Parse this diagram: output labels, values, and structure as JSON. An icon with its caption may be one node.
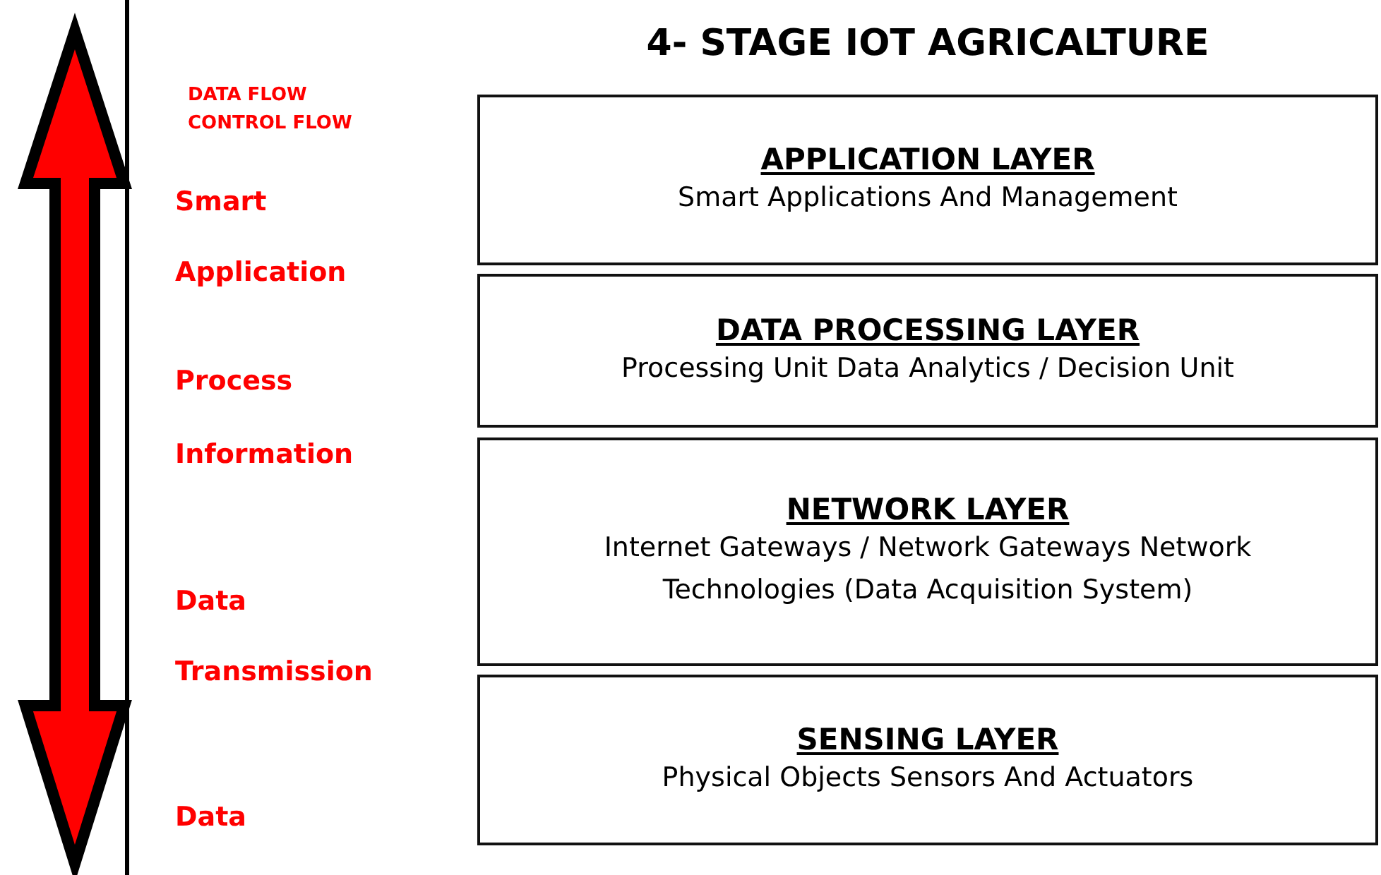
{
  "diagram": {
    "title": "4- STAGE IOT AGRICALTURE",
    "nodes": [
      {
        "text": [
          "APPLICATION LAYER",
          "Smart Applications And Management"
        ]
      },
      {
        "text": [
          "DATA PROCESSING LAYER",
          "Processing Unit Data Analytics / Decision Unit"
        ]
      },
      {
        "text": [
          "NETWORK LAYER",
          "Internet Gateways / Network Gateways Network Technologies (Data Acquisition System)"
        ]
      },
      {
        "text": [
          "SENSING LAYER",
          "Physical Objects Sensors And Actuators"
        ]
      }
    ],
    "labels": [
      "DATA FLOW",
      "CONTROL FLOW",
      "Smart",
      "Application",
      "Process",
      "Information",
      "Data",
      "Transmission",
      "Data"
    ]
  }
}
